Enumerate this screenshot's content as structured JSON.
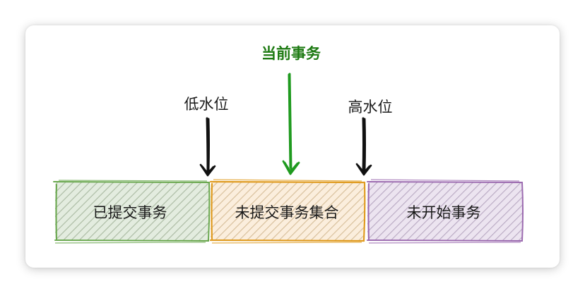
{
  "labels": {
    "current_transaction": "当前事务",
    "low_watermark": "低水位",
    "high_watermark": "高水位"
  },
  "segments": [
    {
      "label": "已提交事务",
      "stroke": "#6aa84f",
      "fill": "#dbe8d6",
      "hatch": "#aebfa6"
    },
    {
      "label": "未提交事务集合",
      "stroke": "#e09c22",
      "fill": "#fbe6c8",
      "hatch": "#d9b889"
    },
    {
      "label": "未开始事务",
      "stroke": "#9c6bb0",
      "fill": "#e6dbec",
      "hatch": "#b9a7c3"
    }
  ],
  "colors": {
    "current_arrow": "#1f9a1f",
    "current_label": "#1d7a12",
    "watermark_arrow": "#111111"
  }
}
